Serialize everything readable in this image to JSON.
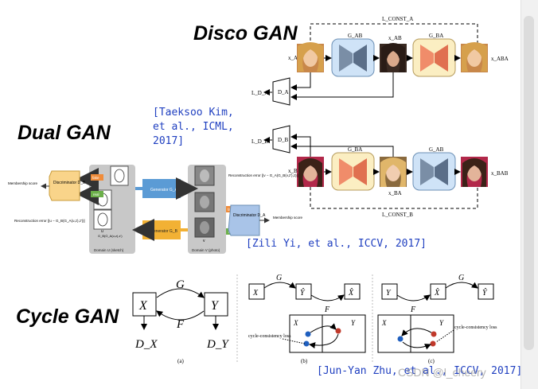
{
  "sections": {
    "disco": {
      "title": "Disco GAN",
      "citation": "[Taeksoo Kim, et al., ICML, 2017]"
    },
    "dual": {
      "title": "Dual GAN",
      "citation": "[Zili Yi, et al., ICCV, 2017]"
    },
    "cycle": {
      "title": "Cycle GAN",
      "citation": "[Jun-Yan Zhu, et al., ICCV, 2017]"
    }
  },
  "disco_diagram": {
    "top_loss": "L_CONST_A",
    "bottom_loss": "L_CONST_B",
    "g_ab": "G_AB",
    "g_ba": "G_BA",
    "x_a": "x_A",
    "x_ab": "x_AB",
    "x_aba": "x_ABA",
    "x_b": "x_B",
    "x_ba": "x_BA",
    "x_bab": "x_BAB",
    "d_a": "D_A",
    "d_b": "D_B",
    "l_da": "L_D_A",
    "l_db": "L_D_B"
  },
  "dual_diagram": {
    "disc_b": "Discriminator D_B",
    "disc_a": "Discriminator D_A",
    "gen_a": "Generator G_A",
    "gen_b": "Generator G_B",
    "membership_left": "Membership score",
    "membership_right": "Membership score",
    "recon_top": "Reconstruction error ||v − G_A(G_B(v,z'),z)||",
    "recon_bottom": "Reconstruction error ||u − G_B(G_A(u,z),z')||",
    "domain_u": "Domain U (sketch)",
    "domain_v": "Domain V (photo)",
    "fake": "fake",
    "real": "real",
    "u": "u",
    "v": "v"
  },
  "cycle_diagram": {
    "x": "X",
    "y": "Y",
    "g": "G",
    "f": "F",
    "dx": "D_X",
    "dy": "D_Y",
    "label_a": "(a)",
    "label_b": "(b)",
    "label_c": "(c)",
    "consistency": "cycle-consistency loss",
    "y_hat": "Ŷ",
    "x_hat": "X̂"
  },
  "watermark": "CSDN @l_cheery",
  "colors": {
    "citation": "#1f3fc0",
    "gen_ab_box": "#cfe3f7",
    "gen_ba_box": "#fbeec2",
    "gen_a_dual": "#5b9bd5",
    "gen_b_dual": "#f2b134",
    "disc_dual_left": "#f9d48a",
    "disc_dual_right": "#a9c4e8",
    "domain_panel": "#c8c8c8"
  }
}
